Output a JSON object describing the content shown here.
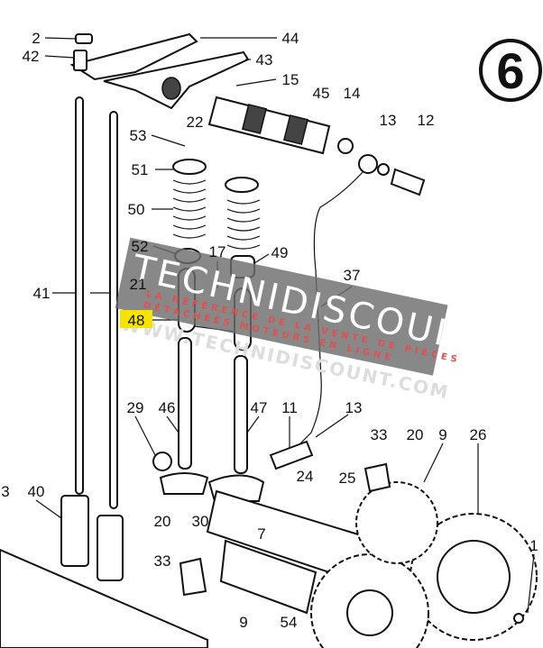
{
  "figure_number": "6",
  "highlighted_callout": "48",
  "highlight_color": "#f5e400",
  "callouts": [
    "2",
    "42",
    "44",
    "43",
    "15",
    "22",
    "45",
    "14",
    "13",
    "12",
    "53",
    "51",
    "50",
    "52",
    "17",
    "49",
    "21",
    "41",
    "48",
    "37",
    "29",
    "46",
    "47",
    "11",
    "13",
    "33",
    "20",
    "9",
    "26",
    "3",
    "40",
    "24",
    "25",
    "20",
    "30",
    "7",
    "33",
    "9",
    "54",
    "1"
  ],
  "watermark": {
    "brand": "TECHNIDISCOUNT",
    "tagline_1": "LA RÉFÉRENCE DE LA VENTE DE PIÈCES",
    "tagline_2": "DÉTACHÉES MOTEURS EN LIGNE",
    "url": "WWW.TECHNIDISCOUNT.COM"
  }
}
